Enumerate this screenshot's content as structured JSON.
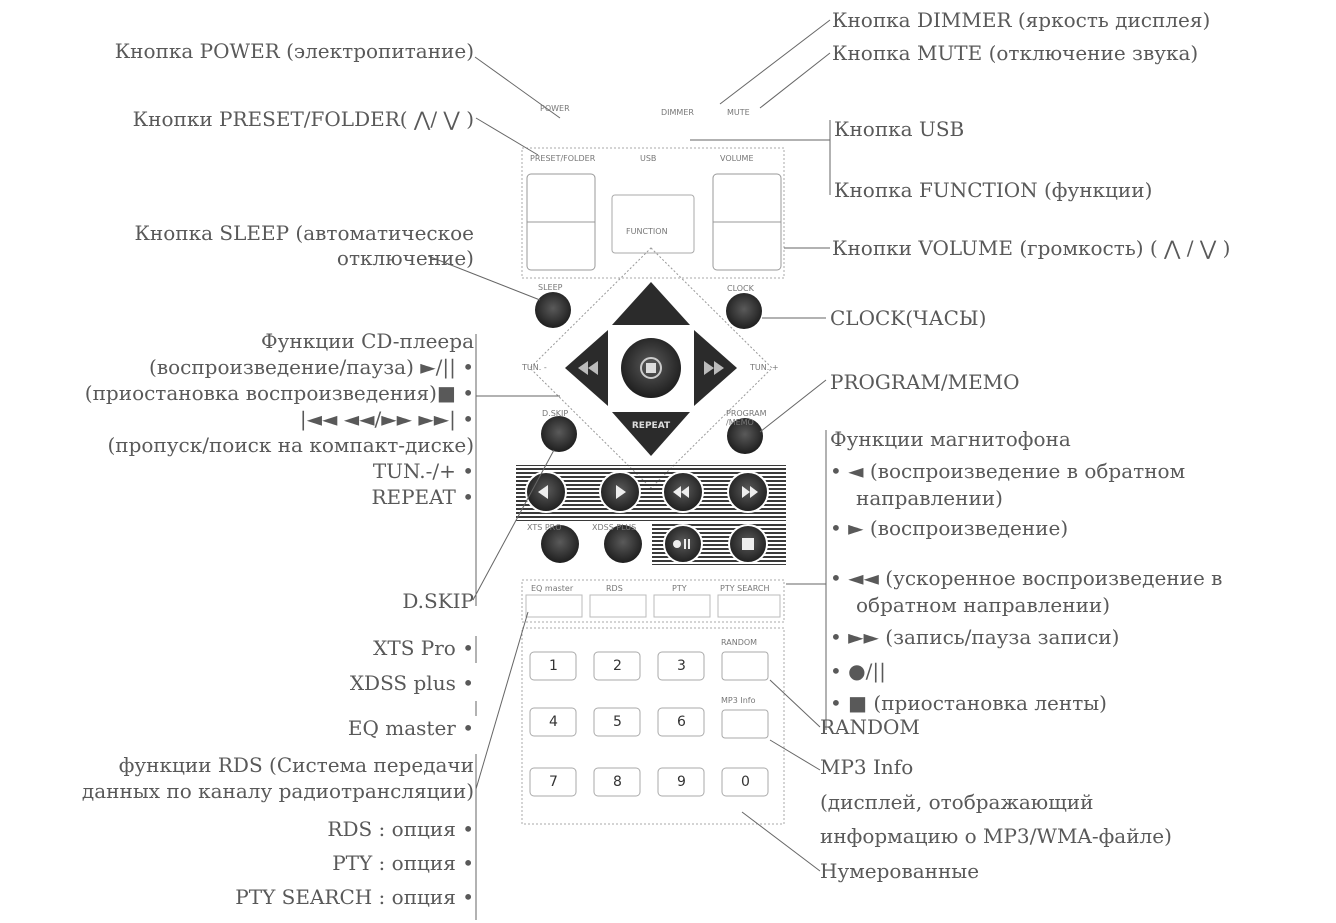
{
  "labels": {
    "power": "Кнопка POWER (электропитание)",
    "preset": "Кнопки PRESET/FOLDER( ⋀/ ⋁ )",
    "sleep_1": "Кнопка SLEEP (автоматическое",
    "sleep_2": "отключение)",
    "cd_1": "Функции CD-плеера",
    "cd_2": "(воспроизведение/пауза) ►/|| •",
    "cd_3": "(приостановка воспроизведения)■ •",
    "cd_4": "|◄◄ ◄◄/►► ►►| •",
    "cd_5": "(пропуск/поиск на компакт-диске)",
    "cd_6": "TUN.-/+ •",
    "cd_7": "REPEAT •",
    "dskip": "D.SKIP",
    "xts": "XTS Pro •",
    "xdss": "XDSS plus •",
    "eq": "EQ master •",
    "rds_1": "функции RDS (Система передачи",
    "rds_2": "данных по каналу радиотрансляции)",
    "rds_3": "RDS : опция •",
    "rds_4": "PTY : опция •",
    "rds_5": "PTY SEARCH : опция •",
    "dimmer": "Кнопка DIMMER (яркость дисплея)",
    "mute": "Кнопка MUTE (отключение звука)",
    "usb": "Кнопка USB",
    "function": "Кнопка FUNCTION (функции)",
    "volume": "Кнопки VOLUME (громкость) ( ⋀ / ⋁ )",
    "clock": "CLOCK(ЧАСЫ)",
    "program": "PROGRAM/MEMO",
    "tape_1": "Функции магнитофона",
    "tape_2": "• ◄ (воспроизведение в обратном",
    "tape_3": "направлении)",
    "tape_4": "• ► (воспроизведение)",
    "tape_5": "• ◄◄ (ускоренное воспроизведение в",
    "tape_6": "обратном направлении)",
    "tape_7": "• ►► (запись/пауза записи)",
    "tape_8": "• ●/||",
    "tape_9": "• ■ (приостановка ленты)",
    "random": "RANDOM",
    "mp3_1": "MP3 Info",
    "mp3_2": "(дисплей, отображающий",
    "mp3_3": "информацию о MP3/WMA-файле)",
    "numbered": "Нумерованные"
  },
  "remote": {
    "power": "POWER",
    "dimmer": "DIMMER",
    "mute": "MUTE",
    "preset_folder": "PRESET/FOLDER",
    "usb": "USB",
    "volume": "VOLUME",
    "function": "FUNCTION",
    "sleep": "SLEEP",
    "clock": "CLOCK",
    "tun_minus": "TUN. -",
    "tun_plus": "TUN. +",
    "repeat": "REPEAT",
    "dskip": "D.SKIP",
    "program": "PROGRAM /MEMO",
    "xts": "XTS PRO",
    "xdss": "XDSS PLUS",
    "eq": "EQ master",
    "rds": "RDS",
    "pty": "PTY",
    "pty_search": "PTY SEARCH",
    "random": "RANDOM",
    "mp3info": "MP3 Info",
    "keys": [
      "1",
      "2",
      "3",
      "4",
      "5",
      "6",
      "7",
      "8",
      "9",
      "0"
    ]
  }
}
